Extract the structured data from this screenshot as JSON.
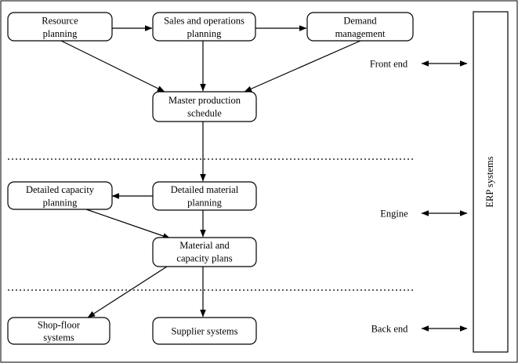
{
  "nodes": {
    "resource_planning": [
      "Resource",
      "planning"
    ],
    "sales_operations_planning": [
      "Sales and operations",
      "planning"
    ],
    "demand_management": [
      "Demand",
      "management"
    ],
    "master_production_schedule": [
      "Master production",
      "schedule"
    ],
    "detailed_capacity_planning": [
      "Detailed capacity",
      "planning"
    ],
    "detailed_material_planning": [
      "Detailed material",
      "planning"
    ],
    "material_capacity_plans": [
      "Material and",
      "capacity plans"
    ],
    "shop_floor_systems": [
      "Shop-floor",
      "systems"
    ],
    "supplier_systems": [
      "Supplier systems"
    ]
  },
  "layers": {
    "front_end": "Front end",
    "engine": "Engine",
    "back_end": "Back end"
  },
  "erp_systems": "ERP systems"
}
